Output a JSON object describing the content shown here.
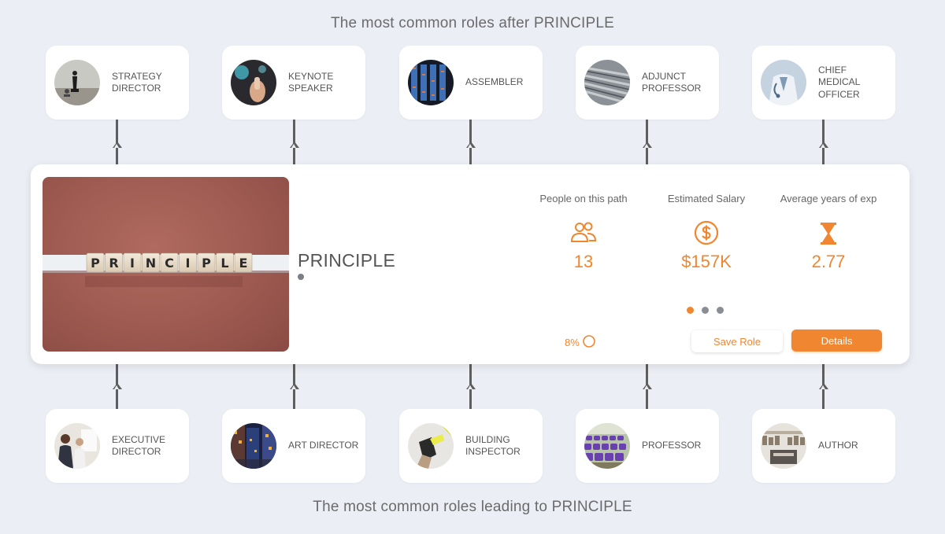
{
  "headings": {
    "top": "The most common roles after PRINCIPLE",
    "bottom": "The most common roles leading to PRINCIPLE"
  },
  "next_roles": [
    {
      "label": "STRATEGY DIRECTOR",
      "icon": "chess-king-photo"
    },
    {
      "label": "KEYNOTE SPEAKER",
      "icon": "speaker-photo"
    },
    {
      "label": "ASSEMBLER",
      "icon": "server-rack-photo"
    },
    {
      "label": "ADJUNCT PROFESSOR",
      "icon": "auditorium-seats-photo"
    },
    {
      "label": "CHIEF MEDICAL OFFICER",
      "icon": "doctor-photo"
    }
  ],
  "previous_roles": [
    {
      "label": "EXECUTIVE DIRECTOR",
      "icon": "meeting-photo"
    },
    {
      "label": "ART DIRECTOR",
      "icon": "city-street-photo"
    },
    {
      "label": "BUILDING INSPECTOR",
      "icon": "inspector-photo"
    },
    {
      "label": "PROFESSOR",
      "icon": "lecture-hall-photo"
    },
    {
      "label": "AUTHOR",
      "icon": "library-photo"
    }
  ],
  "current_role": {
    "title": "PRINCIPLE",
    "image_tiles": [
      "P",
      "R",
      "I",
      "N",
      "C",
      "I",
      "P",
      "L",
      "E"
    ]
  },
  "stats": [
    {
      "label": "People on this path",
      "value": "13",
      "icon": "people-icon"
    },
    {
      "label": "Estimated Salary",
      "value": "$157K",
      "icon": "dollar-circle-icon"
    },
    {
      "label": "Average years of exp",
      "value": "2.77",
      "icon": "hourglass-icon"
    }
  ],
  "match_percent": "8%",
  "buttons": {
    "save": "Save Role",
    "details": "Details"
  },
  "colors": {
    "accent": "#f0862f",
    "background": "#eceef5",
    "connector": "#5e5e5e"
  }
}
